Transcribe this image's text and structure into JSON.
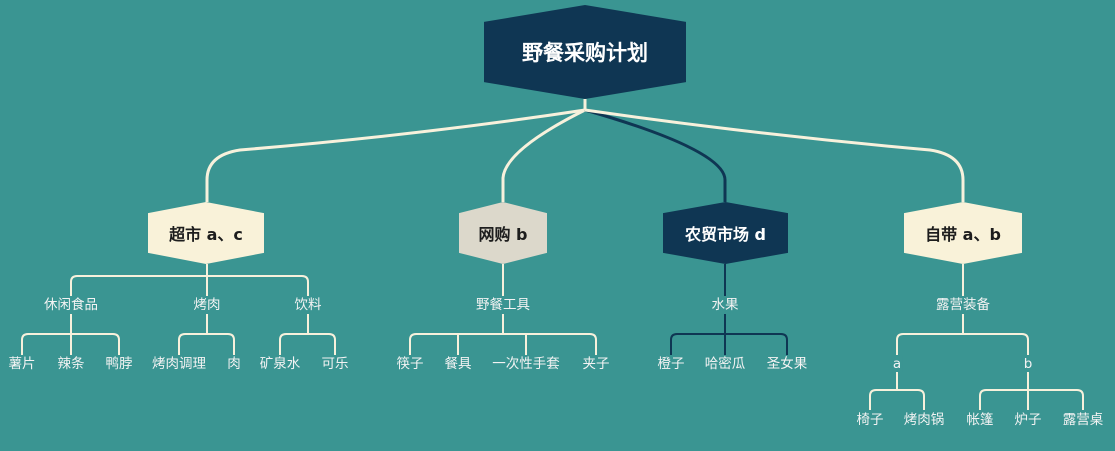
{
  "root": {
    "label": "野餐采购计划"
  },
  "branches": {
    "supermarket": {
      "label": "超市 a、c",
      "groups": {
        "snacks": {
          "label": "休闲食品",
          "items": [
            "薯片",
            "辣条",
            "鸭脖"
          ]
        },
        "bbq": {
          "label": "烤肉",
          "items": [
            "烤肉调理",
            "肉"
          ]
        },
        "drinks": {
          "label": "饮料",
          "items": [
            "矿泉水",
            "可乐"
          ]
        }
      }
    },
    "online": {
      "label": "网购 b",
      "groups": {
        "tools": {
          "label": "野餐工具",
          "items": [
            "筷子",
            "餐具",
            "一次性手套",
            "夹子"
          ]
        }
      }
    },
    "farmers_market": {
      "label": "农贸市场 d",
      "groups": {
        "fruit": {
          "label": "水果",
          "items": [
            "橙子",
            "哈密瓜",
            "圣女果"
          ]
        }
      }
    },
    "self_brought": {
      "label": "自带 a、b",
      "groups": {
        "camping": {
          "label": "露营装备",
          "subgroups": {
            "a": {
              "label": "a",
              "items": [
                "椅子",
                "烤肉锅"
              ]
            },
            "b": {
              "label": "b",
              "items": [
                "帐篷",
                "炉子",
                "露营桌"
              ]
            }
          }
        }
      }
    }
  },
  "colors": {
    "background": "#3a9592",
    "root_fill": "#0f3653",
    "light_fill": "#f9f2d9",
    "gray_fill": "#dcd8cb",
    "link_light": "#f7f1dc",
    "link_dark": "#0f3653"
  }
}
